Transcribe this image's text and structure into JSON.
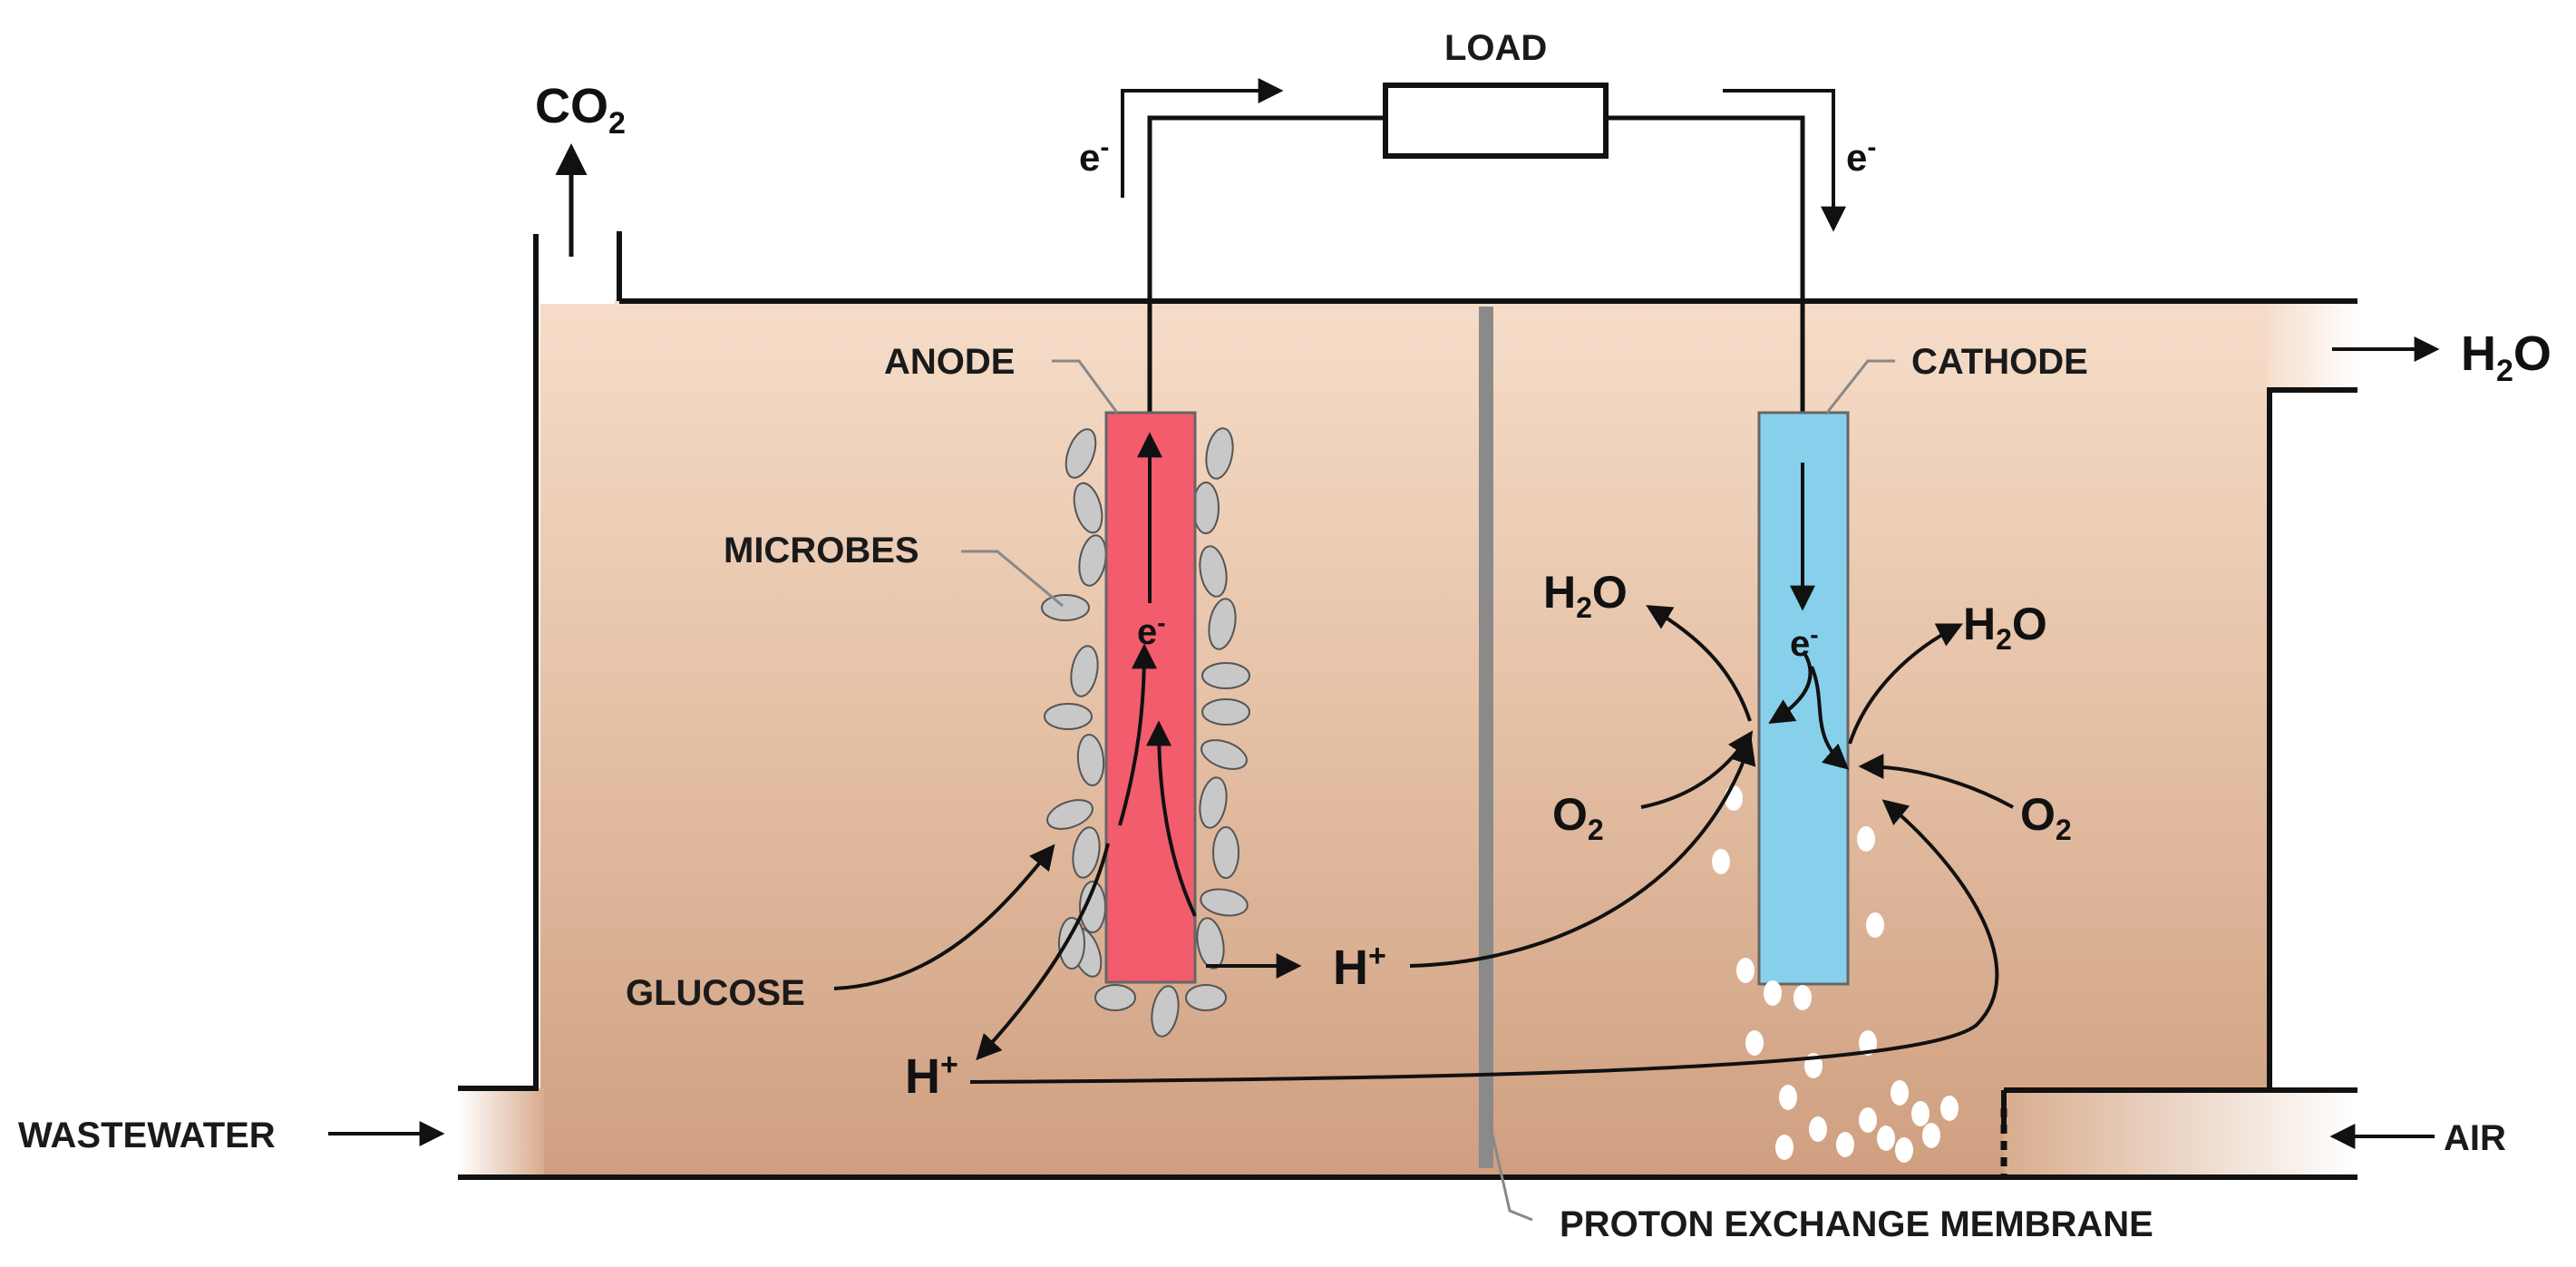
{
  "labels": {
    "load": "LOAD",
    "anode": "ANODE",
    "cathode": "CATHODE",
    "microbes": "MICROBES",
    "glucose": "GLUCOSE",
    "wastewater": "WASTEWATER",
    "air": "AIR",
    "membrane": "PROTON EXCHANGE MEMBRANE"
  },
  "chemistry": {
    "co2": {
      "base": "CO",
      "sub": "2"
    },
    "h2o": {
      "base": "H",
      "sub": "2",
      "tail": "O"
    },
    "o2": {
      "base": "O",
      "sub": "2"
    },
    "electron": {
      "base": "e",
      "sup": "-"
    },
    "proton": {
      "base": "H",
      "sup": "+"
    }
  },
  "colors": {
    "anode": "#f25c6d",
    "cathode": "#87d0eb",
    "microbe": "#c8c8c8",
    "liquid_top": "#f4d8c4",
    "liquid_bottom": "#d4a888",
    "membrane": "#8a8a8a",
    "line": "#111111"
  }
}
